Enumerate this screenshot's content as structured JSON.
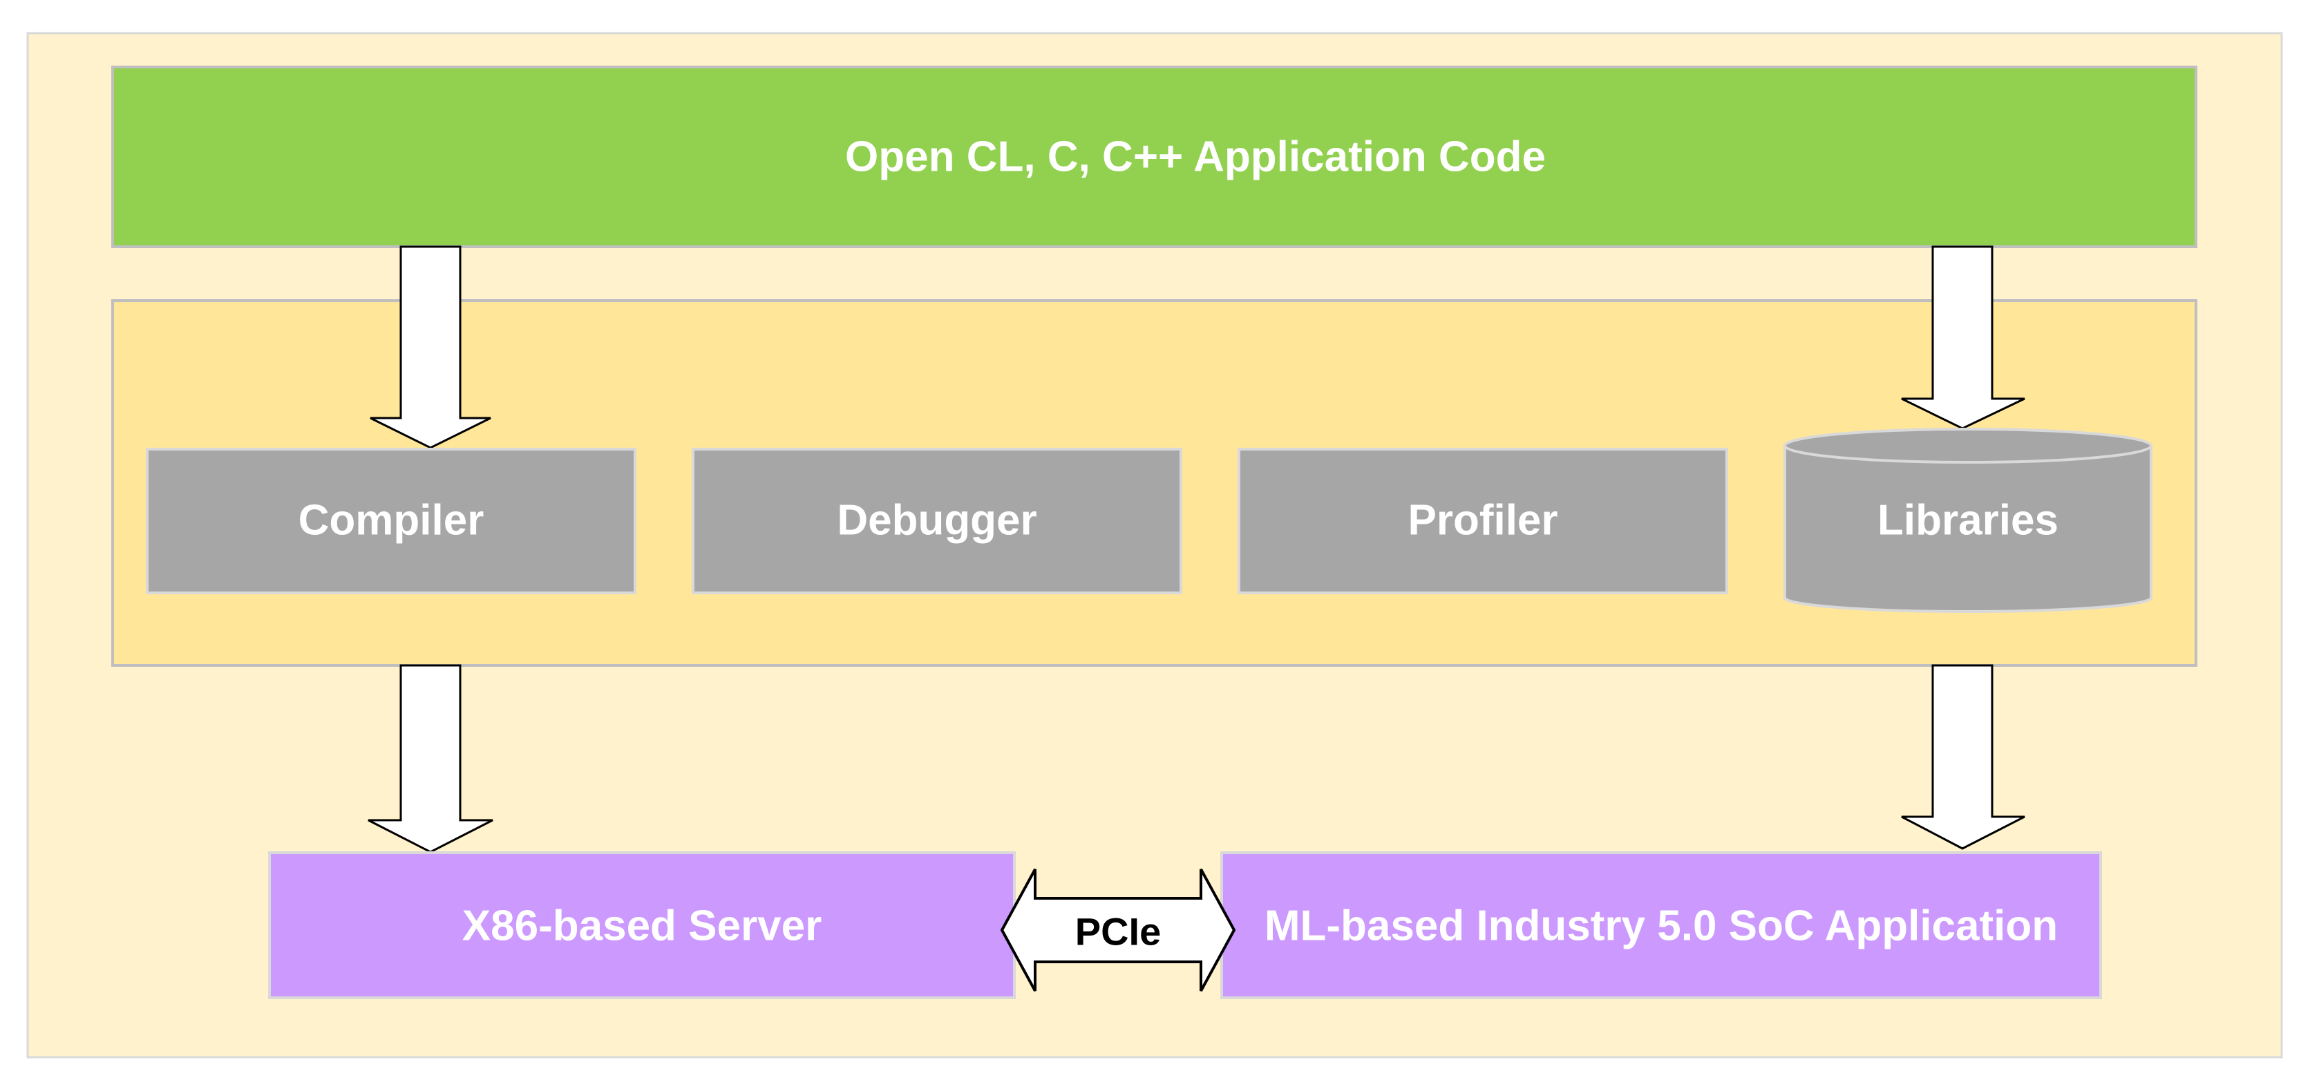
{
  "top_box": {
    "label": "Open CL, C, C++ Application Code"
  },
  "tools": [
    {
      "label": "Compiler"
    },
    {
      "label": "Debugger"
    },
    {
      "label": "Profiler"
    },
    {
      "label": "Libraries"
    }
  ],
  "targets": {
    "server": {
      "label": "X86-based Server"
    },
    "soc": {
      "label": "ML-based Industry 5.0 SoC Application"
    }
  },
  "link": {
    "label": "PCIe"
  },
  "colors": {
    "outer_background": "#FFF2CC",
    "tools_band": "#FFE699",
    "app_code": "#92D050",
    "tool_box": "#A6A6A6",
    "target_box": "#CC99FF",
    "arrow_fill": "#FFFFFF",
    "arrow_stroke": "#000000"
  }
}
